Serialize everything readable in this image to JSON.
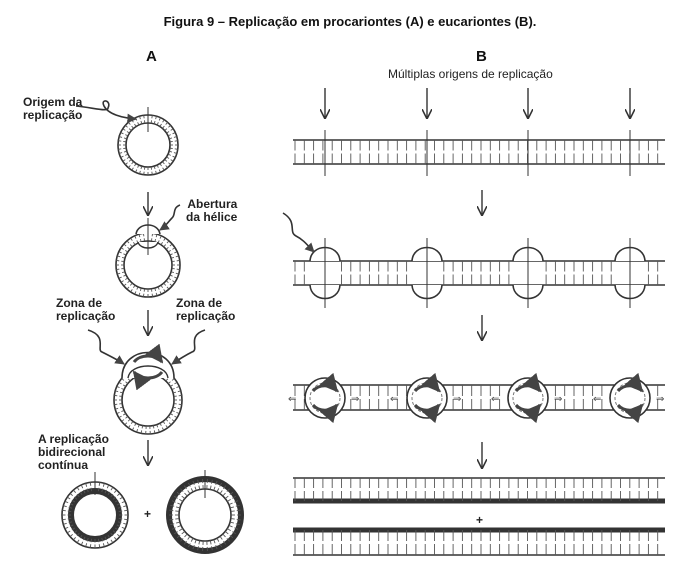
{
  "figure": {
    "title": "Figura 9 – Replicação em procariontes (A) e eucariontes (B)."
  },
  "panel_a": {
    "label": "A",
    "annotations": {
      "origin": [
        "Origem da",
        "replicação"
      ],
      "helix_opening": [
        "Abertura",
        "da hélice"
      ],
      "zone_left": [
        "Zona de",
        "replicação"
      ],
      "zone_right": [
        "Zona de",
        "replicação"
      ],
      "bidirectional": [
        "A replicação",
        "bidirecional",
        "contínua"
      ]
    },
    "plus_sign": "+"
  },
  "panel_b": {
    "label": "B",
    "subtitle": "Múltiplas origens de replicação",
    "origin_count": 4,
    "plus_sign": "+"
  }
}
